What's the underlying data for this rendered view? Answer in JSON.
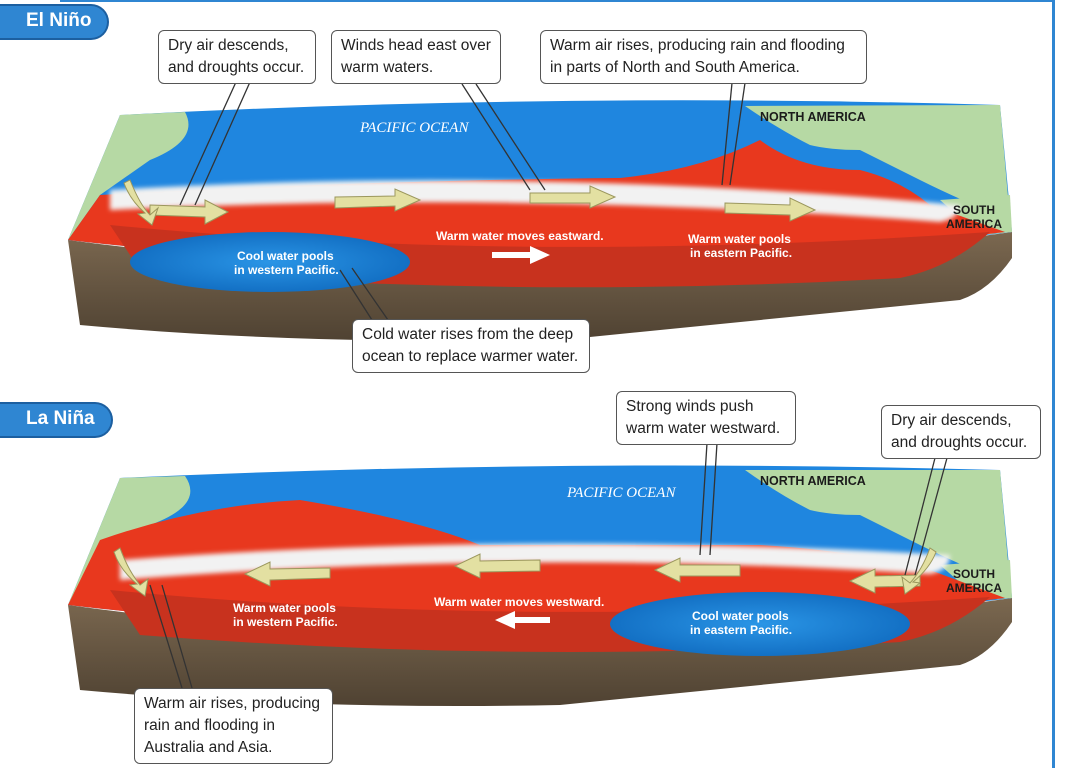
{
  "el_nino": {
    "tab": "El Niño",
    "callouts": {
      "dry_air": [
        "Dry air descends,",
        "and droughts occur."
      ],
      "winds_east": [
        "Winds head east over",
        "warm waters."
      ],
      "warm_air": [
        "Warm air rises, producing rain and flooding",
        "in parts of North and South America."
      ],
      "cold_rises": [
        "Cold water rises from the deep",
        "ocean to replace warmer water."
      ]
    },
    "labels": {
      "ocean": "PACIFIC OCEAN",
      "north_america": "NORTH AMERICA",
      "south_america": [
        "SOUTH",
        "AMERICA"
      ],
      "movement": "Warm water moves eastward.",
      "cool_pool": [
        "Cool water pools",
        "in western Pacific."
      ],
      "warm_pool": [
        "Warm water pools",
        "in eastern Pacific."
      ]
    }
  },
  "la_nina": {
    "tab": "La Niña",
    "callouts": {
      "strong_winds": [
        "Strong winds push",
        "warm water westward."
      ],
      "dry_air": [
        "Dry air descends,",
        "and droughts occur."
      ],
      "warm_air": [
        "Warm air rises, producing",
        "rain and flooding in",
        "Australia and Asia."
      ]
    },
    "labels": {
      "ocean": "PACIFIC OCEAN",
      "north_america": "NORTH AMERICA",
      "south_america": [
        "SOUTH",
        "AMERICA"
      ],
      "movement": "Warm water moves westward.",
      "warm_pool": [
        "Warm water pools",
        "in western Pacific."
      ],
      "cool_pool": [
        "Cool water pools",
        "in eastern Pacific."
      ]
    }
  },
  "colors": {
    "frame": "#2f86d2",
    "ocean": "#1f86df",
    "warm_water": "#e8381e",
    "cool_water": "#1a7fd0",
    "land": "#b6d9a4",
    "earth": "#6b5a45",
    "wind_arrow": "#e3e0a2"
  }
}
